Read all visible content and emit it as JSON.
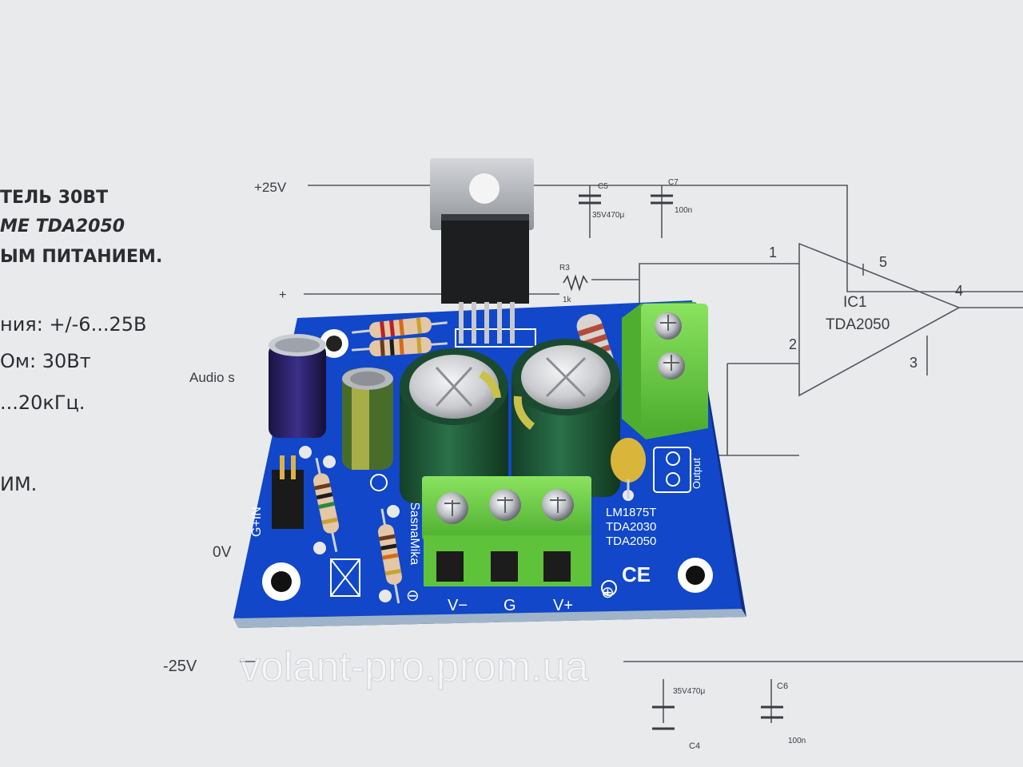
{
  "colors": {
    "paper": "#e9eaec",
    "pcb_blue": "#1147c8",
    "terminal_green": "#6fd14a",
    "capacitor_green": "#1f5a3a",
    "heatsink_tab": "#b9bbbf"
  },
  "schematic": {
    "vplus": "+25V",
    "vminus": "-25V",
    "zero": "0V",
    "plus_in": "+",
    "c5": "C5",
    "c5_val": "35V470μ",
    "c7": "C7",
    "c7_val": "100n",
    "r3": "R3",
    "r3_val": "1k",
    "ic_name": "IC1",
    "ic_part": "TDA2050",
    "pin1": "1",
    "pin2": "2",
    "pin3": "3",
    "pin4": "4",
    "pin5": "5",
    "c4": "C4",
    "c4_val": "35V470μ",
    "c6": "C6",
    "c6_val": "100n",
    "audio": "Audio s"
  },
  "doc_text": {
    "l1": "ТЕЛЬ 30ВТ",
    "l2": "МЕ TDA2050",
    "l3": "ЫМ ПИТАНИЕМ.",
    "l4": "ния: +/-6...25В",
    "l5": "Ом: 30Вт",
    "l6": "...20кГц.",
    "l7": "ИМ."
  },
  "pcb": {
    "chips": "LM1875T",
    "chips2": "TDA2030",
    "chips3": "TDA2050",
    "ce": "CE",
    "vm": "V−",
    "g": "G",
    "vp": "V+",
    "output": "Output",
    "brand": "SasnaMika",
    "input": "G+IN",
    "plus": "⊕",
    "minus": "⊖"
  },
  "watermark": "volant-pro.prom.ua"
}
